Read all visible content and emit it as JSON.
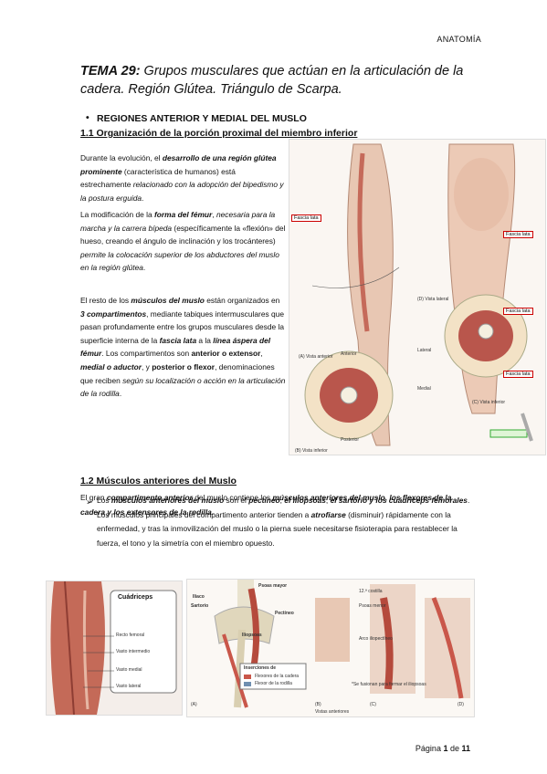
{
  "header": "ANATOMÍA",
  "title_prefix": "TEMA 29:",
  "title_rest": " Grupos musculares que actúan en la articulación de la cadera. Región Glútea. Triángulo de Scarpa.",
  "section_bullet": "REGIONES ANTERIOR Y MEDIAL DEL MUSLO",
  "h1": "1.1 Organización de la porción proximal del miembro inferior",
  "p1": [
    {
      "t": "Durante la evolución, el "
    },
    {
      "t": "desarrollo de una región glútea prominente",
      "s": "bi"
    },
    {
      "t": " (característica de humanos) está estrechamente "
    },
    {
      "t": "relacionado con la adopción del bipedismo y la postura erguida",
      "s": "i"
    },
    {
      "t": "."
    }
  ],
  "p2": [
    {
      "t": "La modificación de la "
    },
    {
      "t": "forma del fémur",
      "s": "bi"
    },
    {
      "t": ", "
    },
    {
      "t": "necesaria para la marcha y la carrera bípeda",
      "s": "i"
    },
    {
      "t": " (específicamente la «flexión» del hueso, creando el ángulo de inclinación y los trocánteres) "
    },
    {
      "t": "permite la colocación superior de los abductores del muslo en la región glútea",
      "s": "i"
    },
    {
      "t": "."
    }
  ],
  "p3": [
    {
      "t": "El resto de los "
    },
    {
      "t": "músculos del muslo",
      "s": "bi"
    },
    {
      "t": " están organizados en "
    },
    {
      "t": "3 compartimentos",
      "s": "bi"
    },
    {
      "t": ", mediante tabiques intermusculares que pasan profundamente entre los grupos musculares desde la superficie interna de la "
    },
    {
      "t": "fascia lata",
      "s": "bi"
    },
    {
      "t": " a la "
    },
    {
      "t": "línea áspera del fémur",
      "s": "bi"
    },
    {
      "t": ". Los compartimentos son "
    },
    {
      "t": "anterior o extensor",
      "s": "b"
    },
    {
      "t": ", "
    },
    {
      "t": "medial o aductor",
      "s": "bi"
    },
    {
      "t": ", y "
    },
    {
      "t": "posterior o flexor",
      "s": "b"
    },
    {
      "t": ", denominaciones que reciben "
    },
    {
      "t": "según su localización o acción en la articulación de la rodilla",
      "s": "i"
    },
    {
      "t": "."
    }
  ],
  "h2": "1.2 Músculos anteriores del Muslo",
  "p4": [
    {
      "t": "El gran "
    },
    {
      "t": "compartimento anterior",
      "s": "bi"
    },
    {
      "t": " del muslo contiene los "
    },
    {
      "t": "músculos anteriores del muslo",
      "s": "bi"
    },
    {
      "t": ", "
    },
    {
      "t": "los flexores de la cadera y los extensores de la rodilla",
      "s": "bi"
    },
    {
      "t": "."
    }
  ],
  "p5": [
    {
      "t": "Los "
    },
    {
      "t": "músculos anteriores del muslo",
      "s": "bi"
    },
    {
      "t": " son el "
    },
    {
      "t": "pectíneo",
      "s": "bi"
    },
    {
      "t": ", "
    },
    {
      "t": "el iliopsoas",
      "s": "bi"
    },
    {
      "t": ", "
    },
    {
      "t": "el sartorio y los cuádriceps femorales",
      "s": "bi"
    },
    {
      "t": ". Los músculos principales del compartimento anterior tienden a "
    },
    {
      "t": "atrofiarse",
      "s": "bi"
    },
    {
      "t": " (disminuir) rápidamente con la enfermedad, y tras la inmovilización del muslo o la pierna suele necesitarse fisioterapia para restablecer la fuerza, el tono y la simetría con el miembro opuesto."
    }
  ],
  "fig1_labels": {
    "fascia_lata": "Fascia lata",
    "vista_anterior": "(A) Vista anterior",
    "vista_lateral": "(D) Vista lateral",
    "vista_inferior": "(C) Vista inferior",
    "vista_inferior_b": "(B) Vista inferior",
    "anterior": "Anterior",
    "posterior": "Posterior",
    "lateral": "Lateral",
    "medial": "Medial"
  },
  "fig2_labels": {
    "cuadriceps": "Cuádriceps",
    "recto_femoral": "Recto femoral",
    "vasto_intermedio": "Vasto intermedio",
    "vasto_medial": "Vasto medial",
    "vasto_lateral": "Vasto lateral"
  },
  "fig3_labels": {
    "psoas_mayor": "Psoas mayor",
    "iliaco": "Iliaco",
    "sartorio": "Sartorio",
    "pectineo": "Pectíneo",
    "iliopsoas": "Iliopsoas",
    "insercion": "Inserciones de",
    "flex_cadera": "Flexores de la cadera",
    "flex_rodilla": "Flexor de la rodilla",
    "vistas": "Vistas anteriores",
    "a": "(A)",
    "b": "(B)",
    "c": "(C)",
    "d": "(D)",
    "costilla": "12.ª costilla",
    "psoas_menor": "Psoas menor",
    "arco": "Arco iliopectíneo",
    "fusion": "*Se fusionan para formar el iliopsoas"
  },
  "footer_pre": "Página ",
  "footer_page": "1",
  "footer_mid": " de ",
  "footer_total": "11"
}
